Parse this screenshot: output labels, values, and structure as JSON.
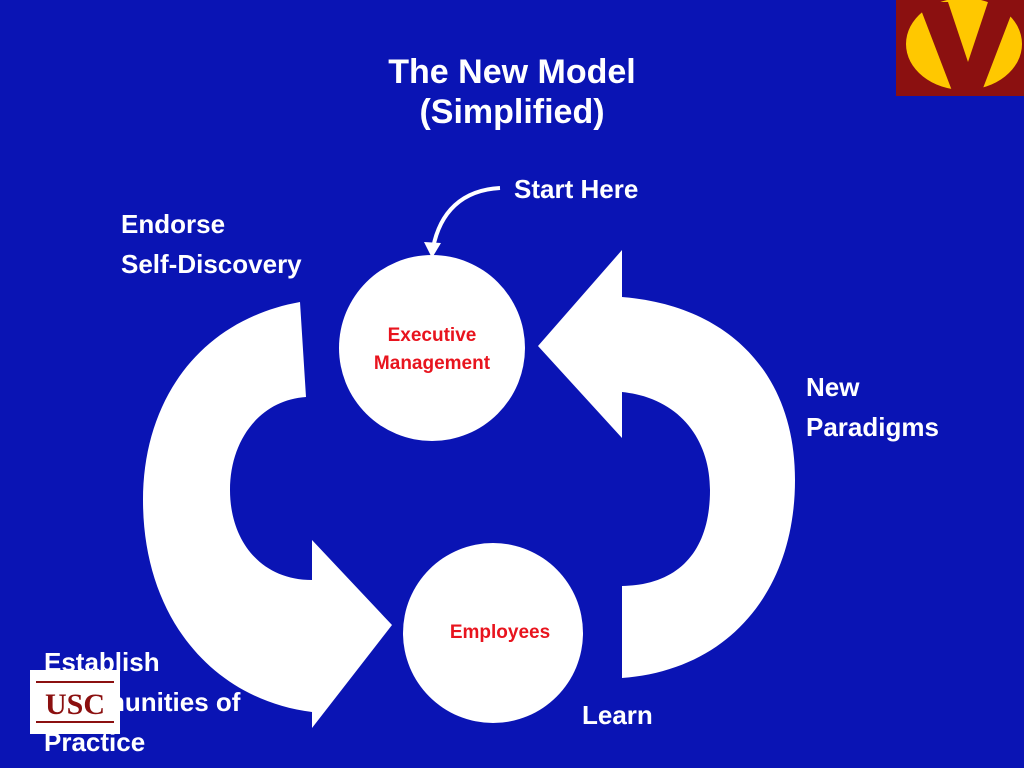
{
  "slide": {
    "title_line1": "The New Model",
    "title_line2": "(Simplified)"
  },
  "labels": {
    "start_here": "Start Here",
    "endorse_line1": "Endorse",
    "endorse_line2": "Self-Discovery",
    "new_paradigms_line1": "New",
    "new_paradigms_line2": "Paradigms",
    "establish_line1": "Establish",
    "establish_line2": "Communities of",
    "establish_line3": "Practice",
    "learn": "Learn"
  },
  "nodes": {
    "executive_line1": "Executive",
    "executive_line2": "Management",
    "employees": "Employees"
  },
  "logos": {
    "usc_text": "USC"
  },
  "colors": {
    "background": "#0a14b4",
    "node_text": "#e8141e",
    "shape_fill": "#ffffff",
    "logo_maroon": "#8b1010",
    "logo_gold": "#ffc800"
  }
}
